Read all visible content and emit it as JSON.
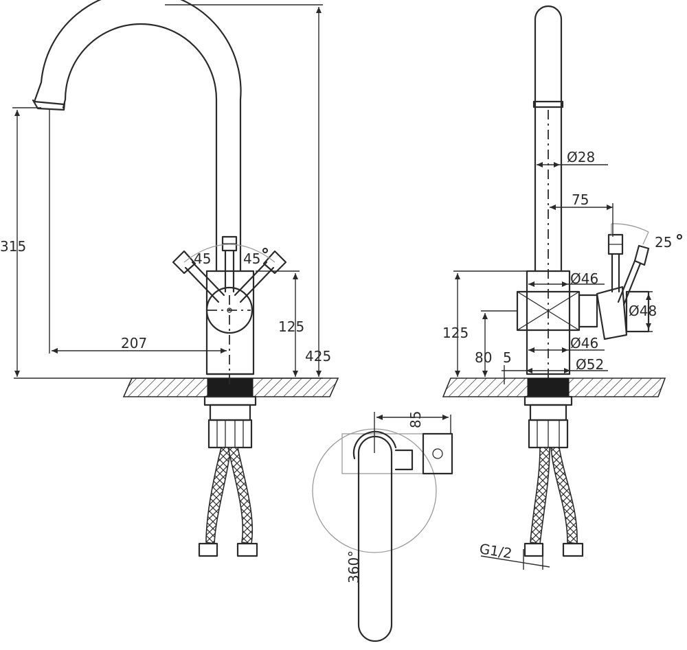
{
  "front_view": {
    "dim_total_height": "425",
    "dim_spout_height": "315",
    "dim_reach": "207",
    "dim_body_height": "125",
    "angle_left": "45",
    "angle_right": "45"
  },
  "side_view": {
    "dim_spout_diameter": "Ø28",
    "dim_handle_offset": "75",
    "dim_body_diameter_top": "Ø46",
    "dim_body_diameter_bottom": "Ø46",
    "dim_base_diameter": "Ø52",
    "dim_cartridge_diameter": "Ø48",
    "dim_body_height": "125",
    "dim_cartridge_height": "80",
    "dim_base_step": "5",
    "angle_handle": "25",
    "thread_label": "G1/2"
  },
  "top_view": {
    "dim_offset": "85",
    "rotation_label": "360°"
  },
  "colors": {
    "line": "#2a2a2a",
    "construction": "#9a9a9a",
    "background": "#ffffff"
  }
}
